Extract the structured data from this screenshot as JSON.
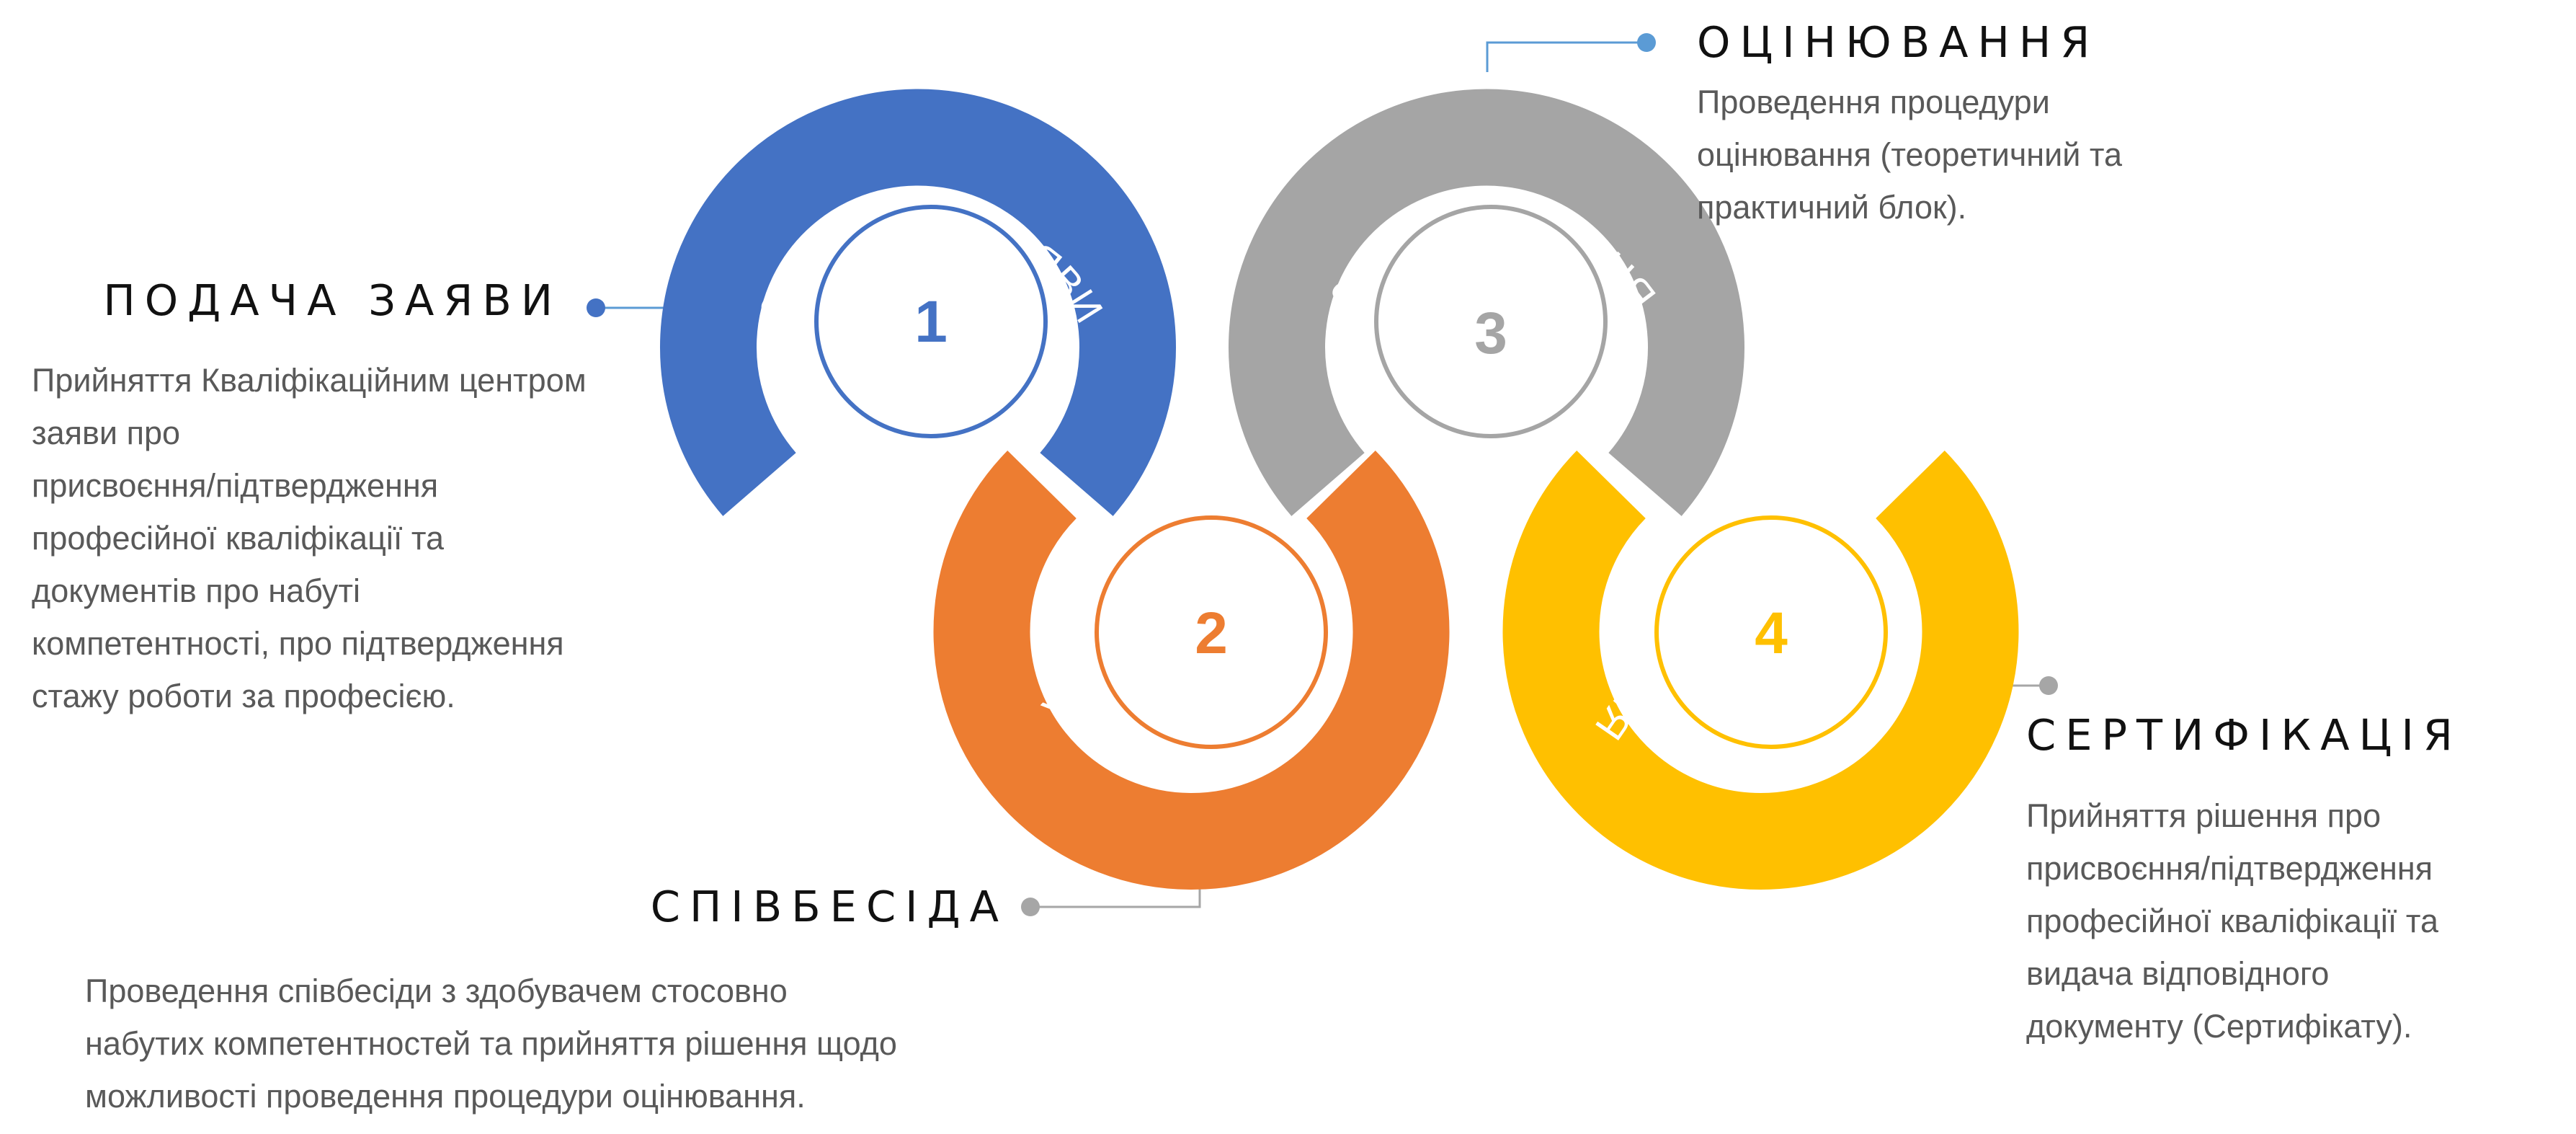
{
  "steps": [
    {
      "title": "ПОДАЧА ЗАЯВИ",
      "arc_label": "01 ПОДАЧА ЗАЯВИ",
      "number": "1",
      "color": "#4472C4",
      "description_lines": [
        "Прийняття Кваліфікаційним центром",
        "заяви про",
        "присвоєння/підтвердження",
        "професійної кваліфікації та",
        "документів про набуті",
        "компетентності, про підтвердження",
        "стажу роботи за професією."
      ]
    },
    {
      "title": "СПІВБЕСІДА",
      "arc_label": "02 СПІВБЕСІДА",
      "number": "2",
      "color": "#ED7D31",
      "description_lines": [
        "Проведення співбесіди з здобувачем стосовно",
        "набутих компетентностей та прийняття рішення щодо",
        "можливості проведення процедури оцінювання."
      ]
    },
    {
      "title": "ОЦІНЮВАННЯ",
      "arc_label": "03 ОЦІНЮВАННЯ",
      "number": "3",
      "color": "#A5A5A5",
      "description_lines": [
        "Проведення процедури",
        "оцінювання (теоретичний та",
        "практичний блок)."
      ]
    },
    {
      "title": "СЕРТИФІКАЦІЯ",
      "arc_label": "04 СЕРТИФІКАЦІЯ",
      "number": "4",
      "color": "#FFC000",
      "description_lines": [
        "Прийняття рішення про",
        "присвоєння/підтвердження",
        "професійної кваліфікації та",
        "видача відповідного",
        "документу (Сертифікату)."
      ]
    }
  ],
  "connector_color_blue": "#5B9BD5",
  "connector_color_gray": "#A6A6A6"
}
